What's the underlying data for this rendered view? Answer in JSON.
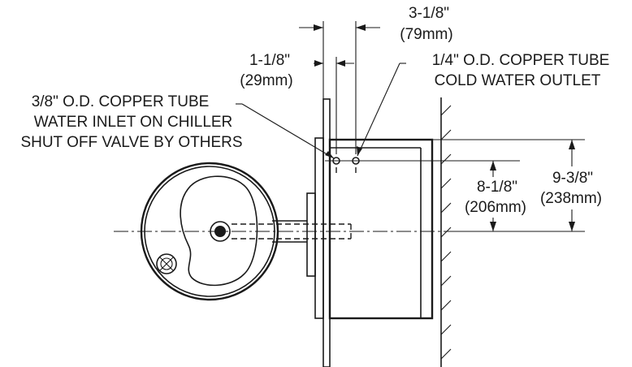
{
  "dimensions": {
    "dim_3_1_8": {
      "value": "3-1/8\"",
      "metric": "(79mm)"
    },
    "dim_1_1_8": {
      "value": "1-1/8\"",
      "metric": "(29mm)"
    },
    "dim_8_1_8": {
      "value": "8-1/8\"",
      "metric": "(206mm)"
    },
    "dim_9_3_8": {
      "value": "9-3/8\"",
      "metric": "(238mm)"
    }
  },
  "callouts": {
    "outlet": [
      "1/4\" O.D. COPPER TUBE",
      "COLD WATER OUTLET"
    ],
    "inlet": [
      "3/8\" O.D. COPPER TUBE",
      "WATER INLET ON CHILLER",
      "SHUT OFF VALVE BY OTHERS"
    ]
  }
}
